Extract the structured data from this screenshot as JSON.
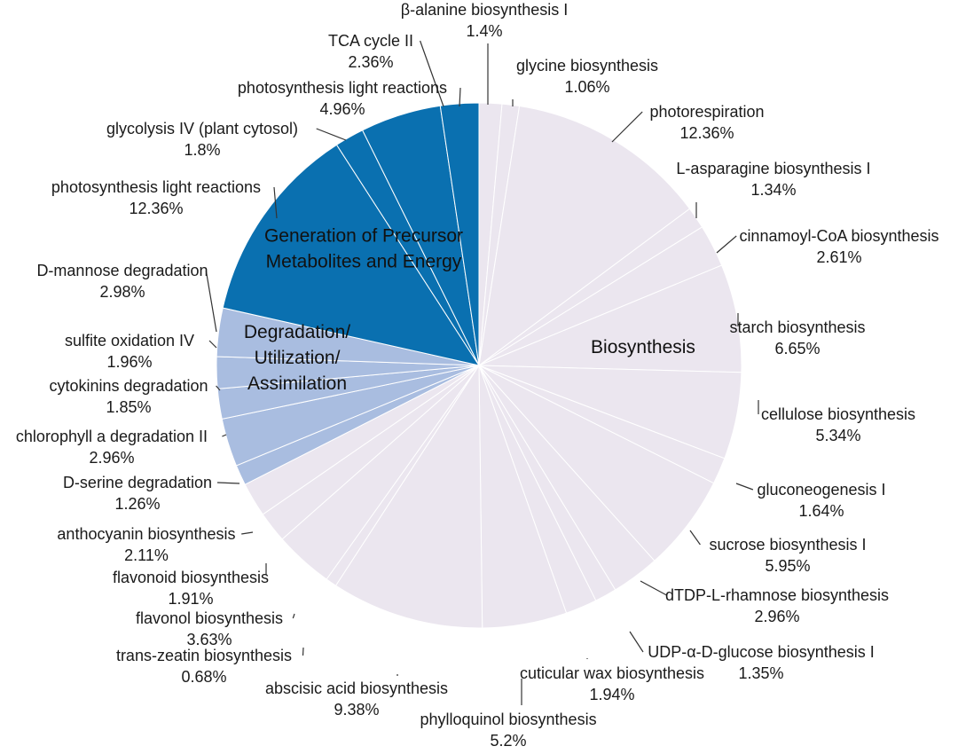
{
  "chart_data": {
    "type": "pie",
    "start_angle_deg": 0,
    "direction": "clockwise",
    "colors": {
      "Biosynthesis": "#ebe6ef",
      "Degradation/Utilization/Assimilation": "#a9bde0",
      "Generation of Precursor Metabolites and Energy": "#0a70b0"
    },
    "group_labels": [
      {
        "group": "Biosynthesis",
        "lines": [
          "Biosynthesis"
        ]
      },
      {
        "group": "Degradation/Utilization/Assimilation",
        "lines": [
          "Degradation/",
          "Utilization/",
          "Assimilation"
        ]
      },
      {
        "group": "Generation of Precursor Metabolites and Energy",
        "lines": [
          "Generation of Precursor",
          "Metabolites and Energy"
        ]
      }
    ],
    "slices": [
      {
        "label": "β-alanine biosynthesis I",
        "pct_text": "1.4%",
        "value": 1.4,
        "group": "Biosynthesis"
      },
      {
        "label": "glycine biosynthesis",
        "pct_text": "1.06%",
        "value": 1.06,
        "group": "Biosynthesis"
      },
      {
        "label": "photorespiration",
        "pct_text": "12.36%",
        "value": 12.36,
        "group": "Biosynthesis"
      },
      {
        "label": "L-asparagine biosynthesis I",
        "pct_text": "1.34%",
        "value": 1.34,
        "group": "Biosynthesis"
      },
      {
        "label": "cinnamoyl-CoA biosynthesis",
        "pct_text": "2.61%",
        "value": 2.61,
        "group": "Biosynthesis"
      },
      {
        "label": "starch biosynthesis",
        "pct_text": "6.65%",
        "value": 6.65,
        "group": "Biosynthesis"
      },
      {
        "label": "cellulose biosynthesis",
        "pct_text": "5.34%",
        "value": 5.34,
        "group": "Biosynthesis"
      },
      {
        "label": "gluconeogenesis I",
        "pct_text": "1.64%",
        "value": 1.64,
        "group": "Biosynthesis"
      },
      {
        "label": "sucrose biosynthesis I",
        "pct_text": "5.95%",
        "value": 5.95,
        "group": "Biosynthesis"
      },
      {
        "label": "dTDP-L-rhamnose biosynthesis",
        "pct_text": "2.96%",
        "value": 2.96,
        "group": "Biosynthesis"
      },
      {
        "label": "UDP-α-D-glucose biosynthesis I",
        "pct_text": "1.35%",
        "value": 1.35,
        "group": "Biosynthesis"
      },
      {
        "label": "cuticular wax biosynthesis",
        "pct_text": "1.94%",
        "value": 1.94,
        "group": "Biosynthesis"
      },
      {
        "label": "phylloquinol biosynthesis",
        "pct_text": "5.2%",
        "value": 5.2,
        "group": "Biosynthesis"
      },
      {
        "label": "abscisic acid biosynthesis",
        "pct_text": "9.38%",
        "value": 9.38,
        "group": "Biosynthesis"
      },
      {
        "label": "trans-zeatin biosynthesis",
        "pct_text": "0.68%",
        "value": 0.68,
        "group": "Biosynthesis"
      },
      {
        "label": "flavonol biosynthesis",
        "pct_text": "3.63%",
        "value": 3.63,
        "group": "Biosynthesis"
      },
      {
        "label": "flavonoid biosynthesis",
        "pct_text": "1.91%",
        "value": 1.91,
        "group": "Biosynthesis"
      },
      {
        "label": "anthocyanin biosynthesis",
        "pct_text": "2.11%",
        "value": 2.11,
        "group": "Biosynthesis"
      },
      {
        "label": "D-serine degradation",
        "pct_text": "1.26%",
        "value": 1.26,
        "group": "Degradation/Utilization/Assimilation"
      },
      {
        "label": "chlorophyll a degradation II",
        "pct_text": "2.96%",
        "value": 2.96,
        "group": "Degradation/Utilization/Assimilation"
      },
      {
        "label": "cytokinins degradation",
        "pct_text": "1.85%",
        "value": 1.85,
        "group": "Degradation/Utilization/Assimilation"
      },
      {
        "label": "sulfite oxidation IV",
        "pct_text": "1.96%",
        "value": 1.96,
        "group": "Degradation/Utilization/Assimilation"
      },
      {
        "label": "D-mannose degradation",
        "pct_text": "2.98%",
        "value": 2.98,
        "group": "Degradation/Utilization/Assimilation"
      },
      {
        "label": "photosynthesis light reactions",
        "pct_text": "12.36%",
        "value": 12.36,
        "group": "Generation of Precursor Metabolites and Energy"
      },
      {
        "label": "glycolysis IV (plant cytosol)",
        "pct_text": "1.8%",
        "value": 1.8,
        "group": "Generation of Precursor Metabolites and Energy"
      },
      {
        "label": "photosynthesis light reactions",
        "pct_text": "4.96%",
        "value": 4.96,
        "group": "Generation of Precursor Metabolites and Energy"
      },
      {
        "label": "TCA cycle II",
        "pct_text": "2.36%",
        "value": 2.36,
        "group": "Generation of Precursor Metabolites and Energy"
      }
    ]
  }
}
